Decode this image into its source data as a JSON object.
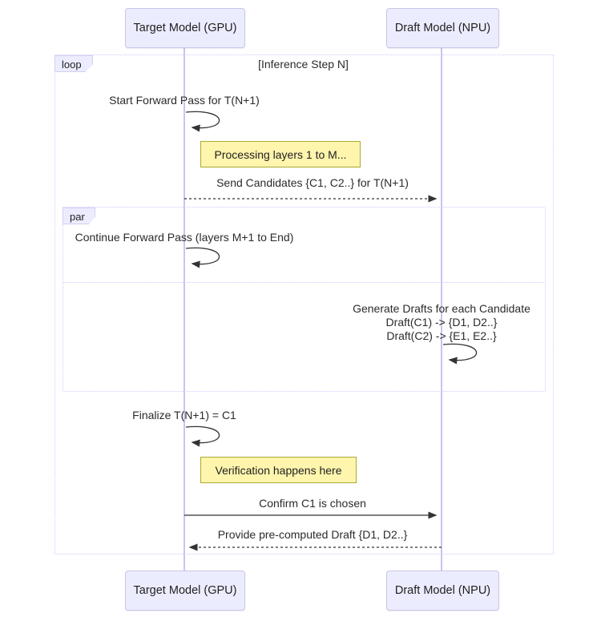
{
  "diagram": {
    "actors": [
      {
        "id": "target",
        "label": "Target Model (GPU)"
      },
      {
        "id": "draft",
        "label": "Draft Model (NPU)"
      }
    ],
    "frames": {
      "loop": {
        "label": "loop",
        "title": "[Inference Step N]"
      },
      "par": {
        "label": "par"
      }
    },
    "messages": {
      "start_forward": "Start Forward Pass for T(N+1)",
      "send_candidates": "Send Candidates {C1, C2..} for T(N+1)",
      "continue_forward": "Continue Forward Pass (layers M+1 to End)",
      "generate_drafts": [
        "Generate Drafts for each Candidate",
        "Draft(C1) -> {D1, D2..}",
        "Draft(C2) -> {E1, E2..}"
      ],
      "finalize": "Finalize T(N+1) = C1",
      "confirm": "Confirm C1 is chosen",
      "provide_draft": "Provide pre-computed Draft {D1, D2..}"
    },
    "notes": {
      "processing": "Processing layers 1 to M...",
      "verification": "Verification happens here"
    },
    "colors": {
      "actor_fill": "#ECECFF",
      "actor_border": "#C9C7E6",
      "lifeline": "#C8C6EC",
      "frame_border": "#CCCCFF",
      "note_fill": "#FFF5AD",
      "note_border": "#AAAA33",
      "line": "#333333"
    }
  }
}
